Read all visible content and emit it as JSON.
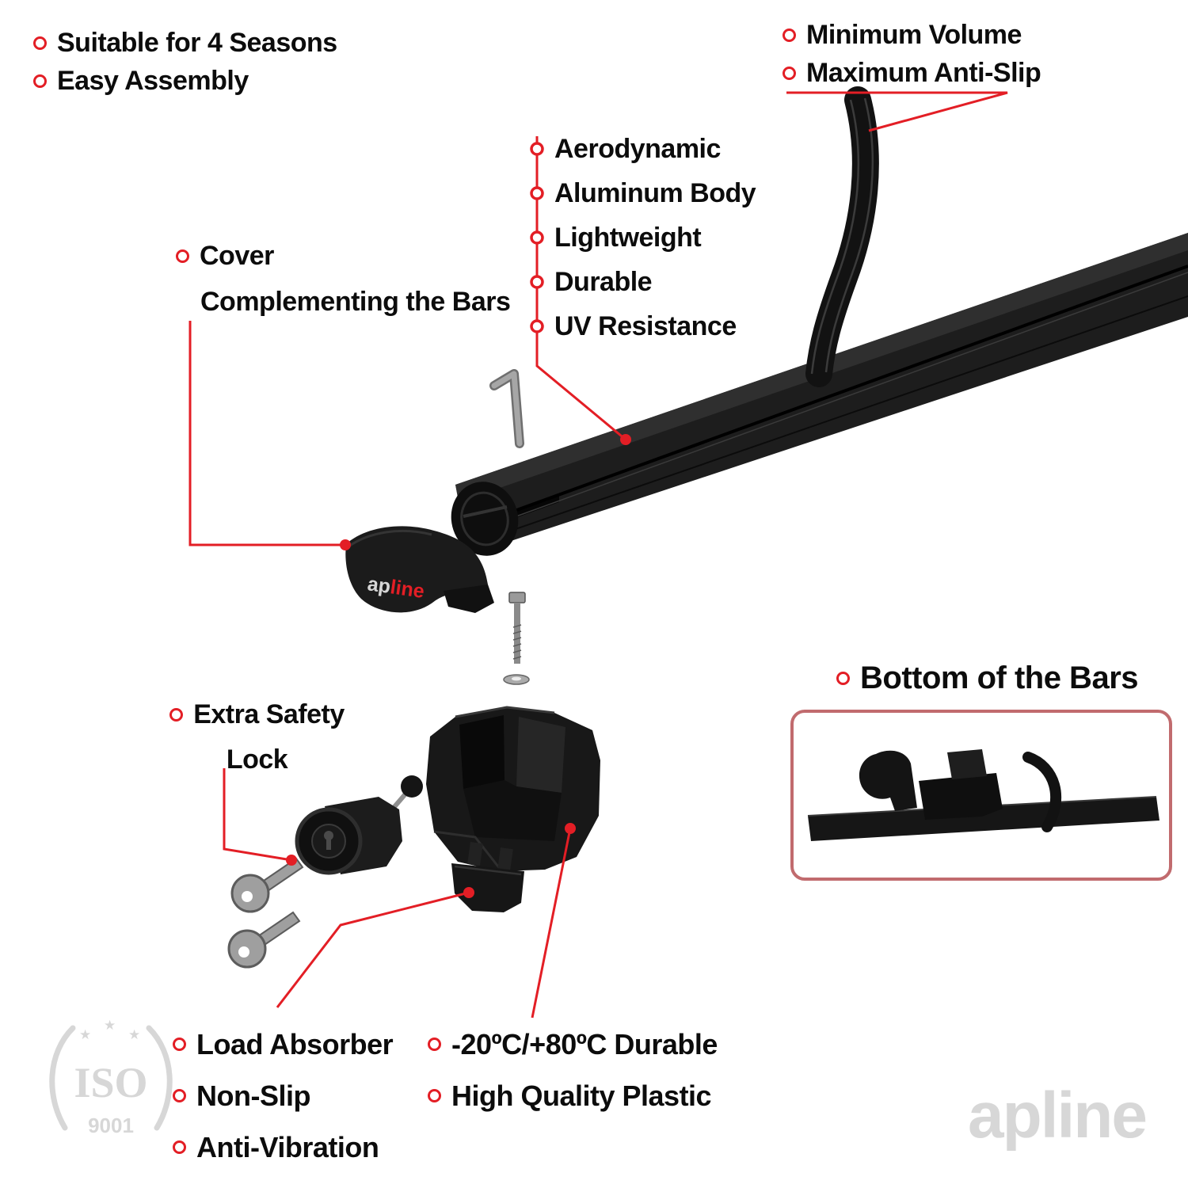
{
  "colors": {
    "accent_red": "#e31e25",
    "inset_border": "#c16b6e",
    "product_black": "#1a1a1a",
    "watermark_gray": "#d7d7d7"
  },
  "callouts": {
    "season": {
      "items": [
        "Suitable for 4 Seasons",
        "Easy Assembly"
      ]
    },
    "grip": {
      "items": [
        "Minimum Volume",
        "Maximum Anti-Slip"
      ]
    },
    "bar": {
      "items": [
        "Aerodynamic",
        "Aluminum Body",
        "Lightweight",
        "Durable",
        "UV Resistance"
      ]
    },
    "cover": {
      "line1": "Cover",
      "line2": "Complementing the Bars"
    },
    "lock": {
      "line1": "Extra Safety",
      "line2": "Lock"
    },
    "inset": {
      "title": "Bottom of the Bars"
    },
    "foot": {
      "items": [
        "Load Absorber",
        "Non-Slip",
        "Anti-Vibration"
      ]
    },
    "material": {
      "items": [
        "-20ºC/+80ºC Durable",
        "High Quality Plastic"
      ]
    }
  },
  "branding": {
    "cover_logo_part1": "ap",
    "cover_logo_part2": "line",
    "watermark_logo": "apline",
    "iso_label": "ISO",
    "iso_number": "9001"
  }
}
